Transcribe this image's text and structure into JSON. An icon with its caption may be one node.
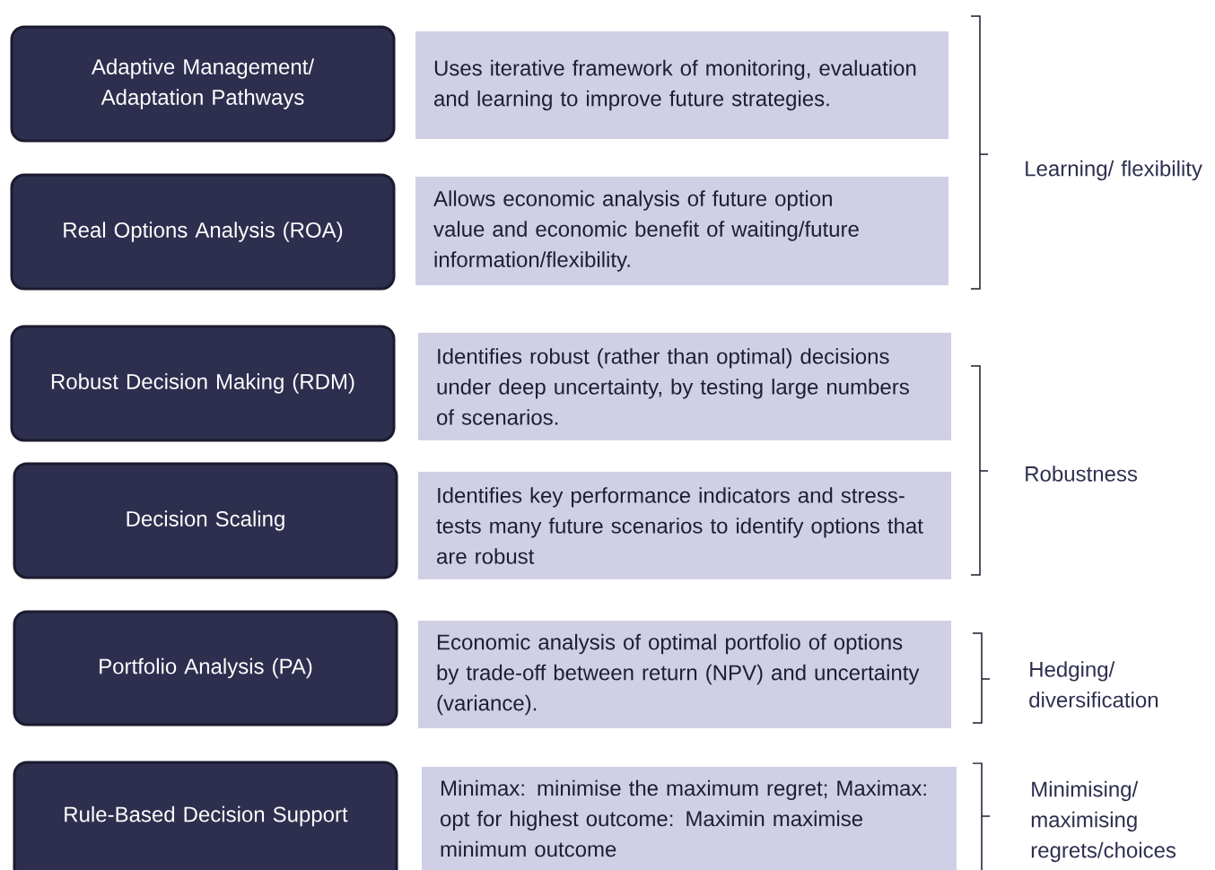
{
  "diagram": {
    "nodes": [
      {
        "text": [
          "Adaptive Management/ Adaptation Pathways"
        ]
      },
      {
        "text": [
          "Uses iterative framework of monitoring, evaluation and learning to improve future strategies."
        ]
      },
      {
        "text": [
          "Real Options Analysis (ROA)"
        ]
      },
      {
        "text": [
          "Allows economic analysis of future option value and economic benefit of waiting/future information/flexibility."
        ]
      },
      {
        "text": [
          "Robust Decision Making (RDM)"
        ]
      },
      {
        "text": [
          "Identifies robust (rather than optimal) decisions under deep uncertainty, by testing large numbers of scenarios."
        ]
      },
      {
        "text": [
          "Decision Scaling"
        ]
      },
      {
        "text": [
          "Identifies key performance indicators and stress-tests many future scenarios to identify options that are robust"
        ]
      },
      {
        "text": [
          "Portfolio Analysis (PA)"
        ]
      },
      {
        "text": [
          "Economic analysis of optimal portfolio of options by trade-off between return (NPV) and uncertainty (variance)."
        ]
      },
      {
        "text": [
          "Rule-Based Decision Support"
        ]
      },
      {
        "text": [
          "Minimax: minimise the maximum regret; Maximax: opt for highest outcome: Maximin maximise minimum outcome"
        ]
      }
    ],
    "labels": [
      "Learning/ flexibility",
      "Robustness",
      "Hedging/ diversification",
      "Minimising/ maximising regrets/choices"
    ]
  }
}
